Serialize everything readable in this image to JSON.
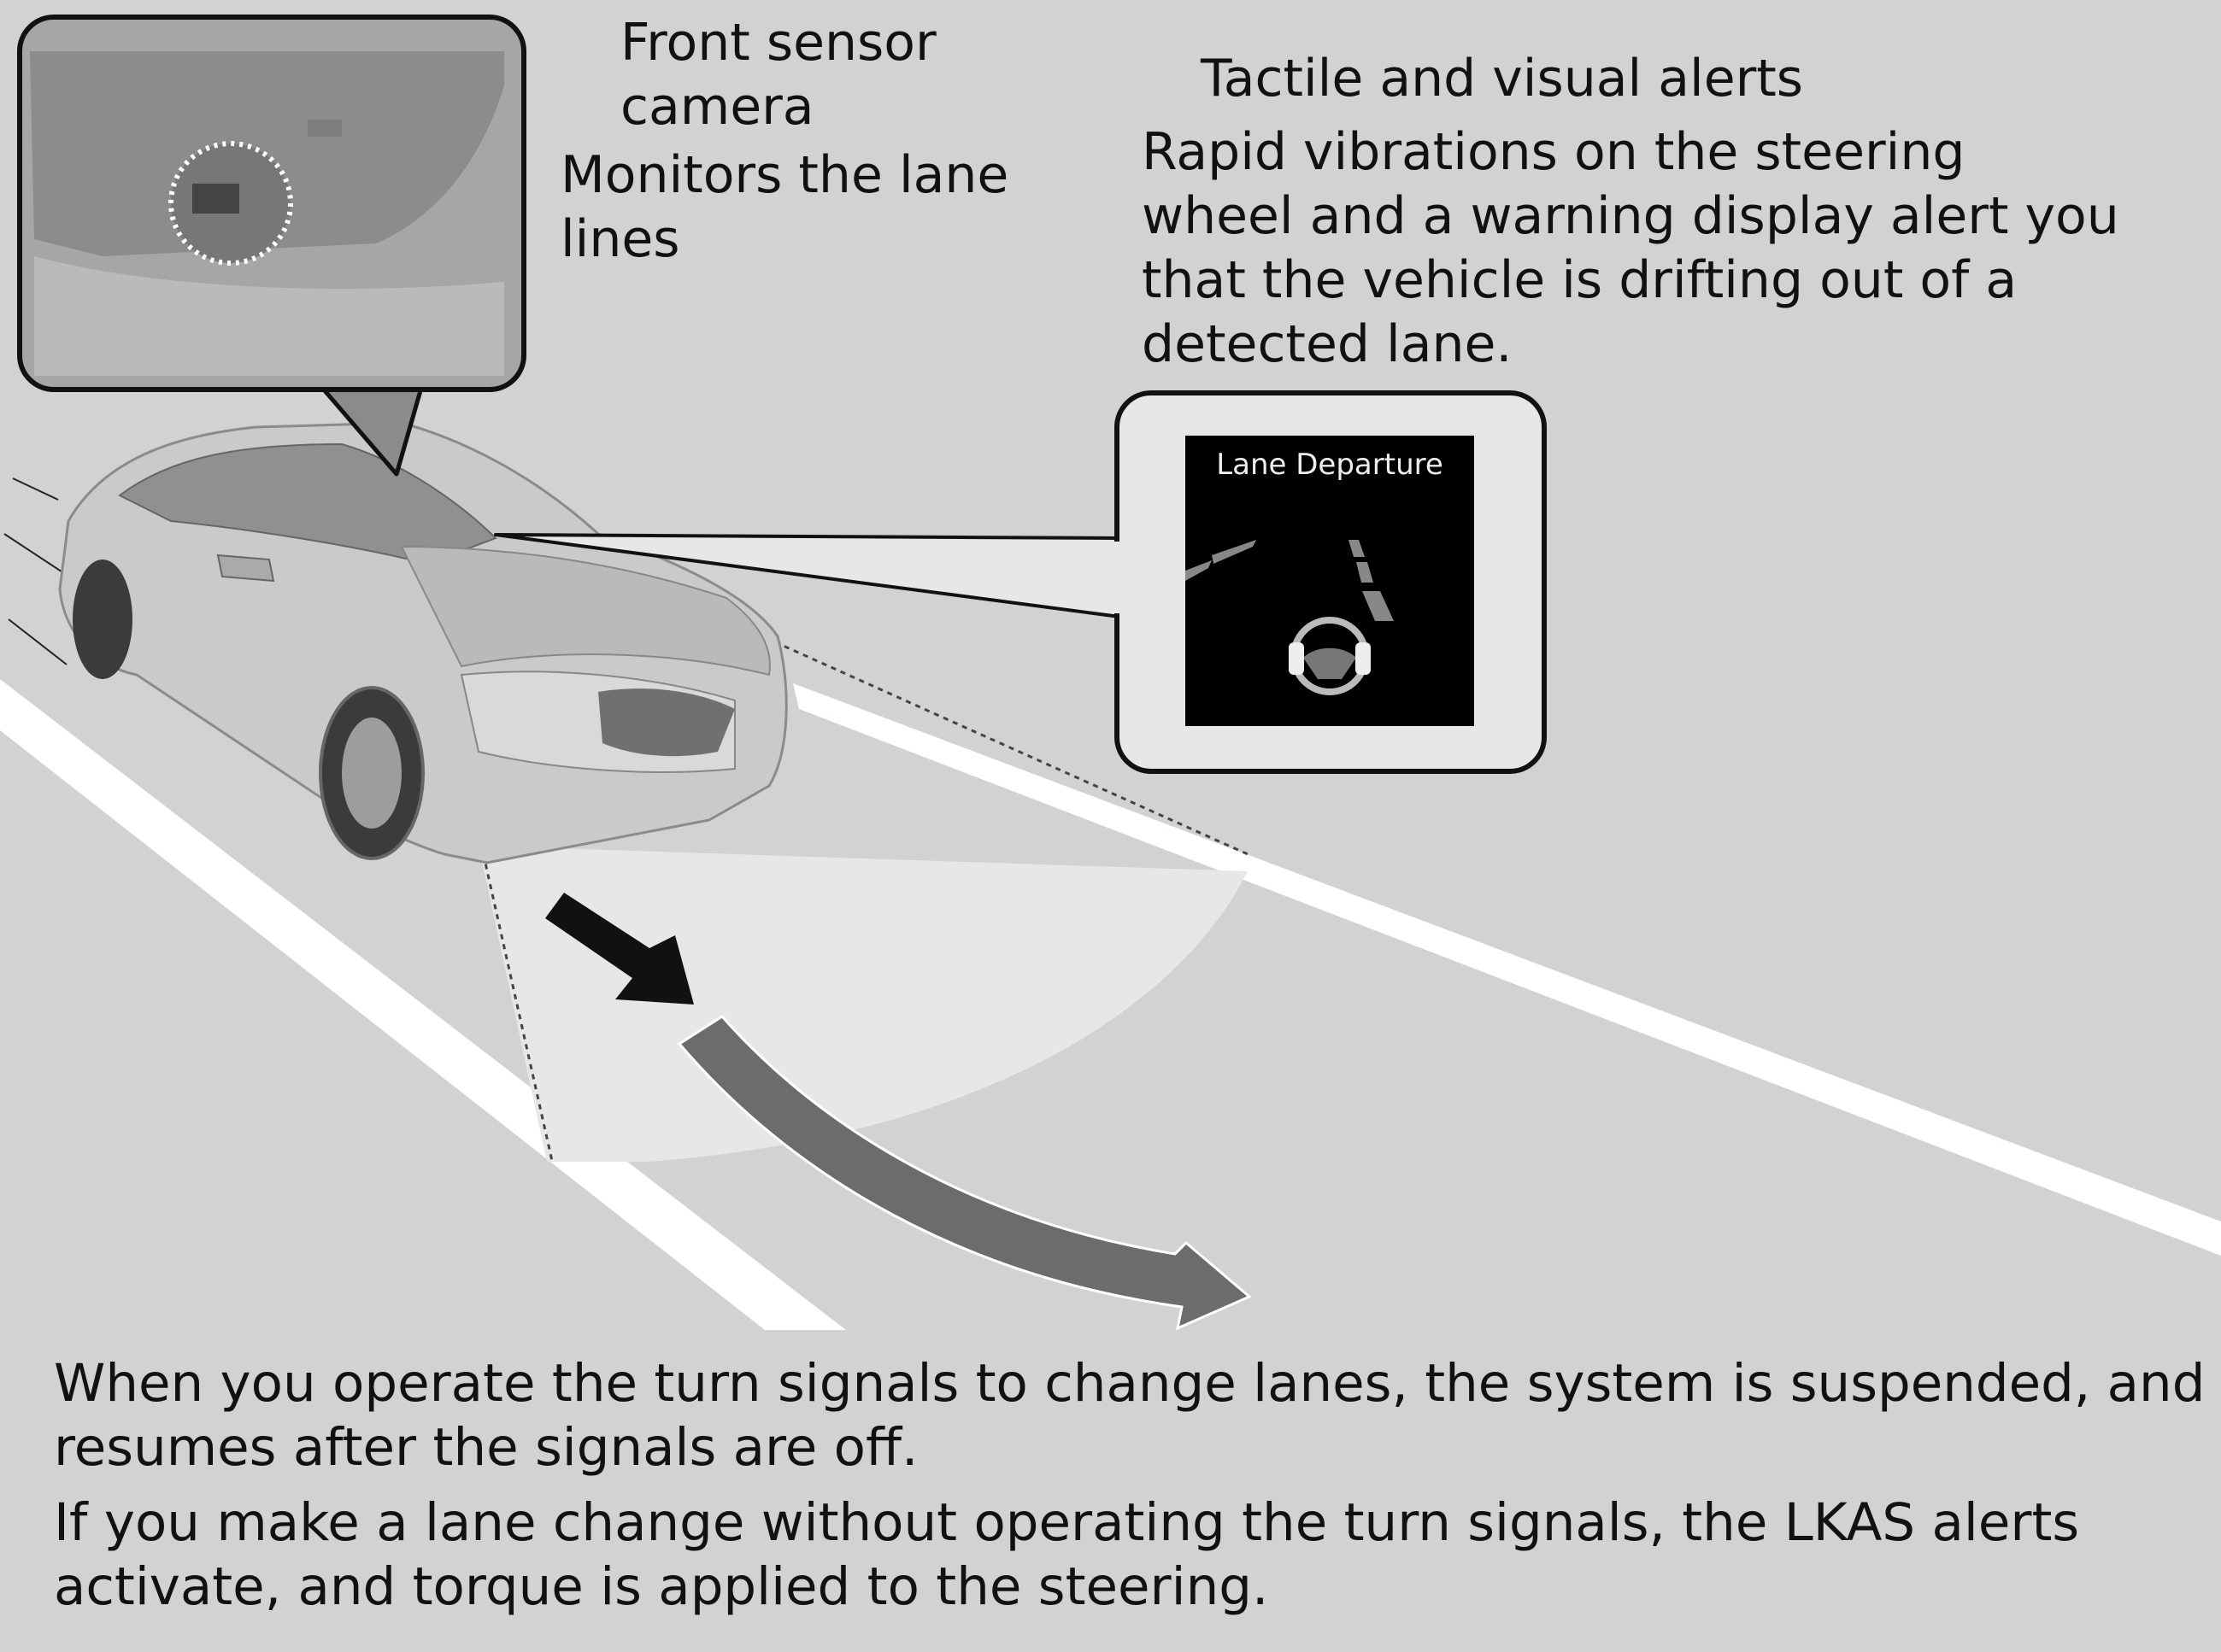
{
  "camera_callout": {
    "title_line1": "Front sensor",
    "title_line2": "camera",
    "desc_line1": "Monitors the lane",
    "desc_line2": "lines"
  },
  "alerts_callout": {
    "title": "Tactile and visual alerts",
    "desc_line1": "Rapid vibrations on the steering",
    "desc_line2": "wheel and a warning display alert you",
    "desc_line3": "that the vehicle is drifting out of a",
    "desc_line4": "detected lane."
  },
  "display": {
    "label": "Lane Departure",
    "icon": "steering-wheel-vibration-icon"
  },
  "footer": {
    "line1": "When you operate the turn signals to change lanes, the system is suspended, and",
    "line2": "resumes after the signals are off.",
    "line3": "If you make a lane change without operating the turn signals, the LKAS alerts",
    "line4": "activate, and torque is applied to the steering."
  },
  "colors": {
    "background": "#d1d2d4",
    "detection_area": "#e6e7e8",
    "lane_line": "#ffffff",
    "drift_arrow": "#6b6c6e"
  }
}
